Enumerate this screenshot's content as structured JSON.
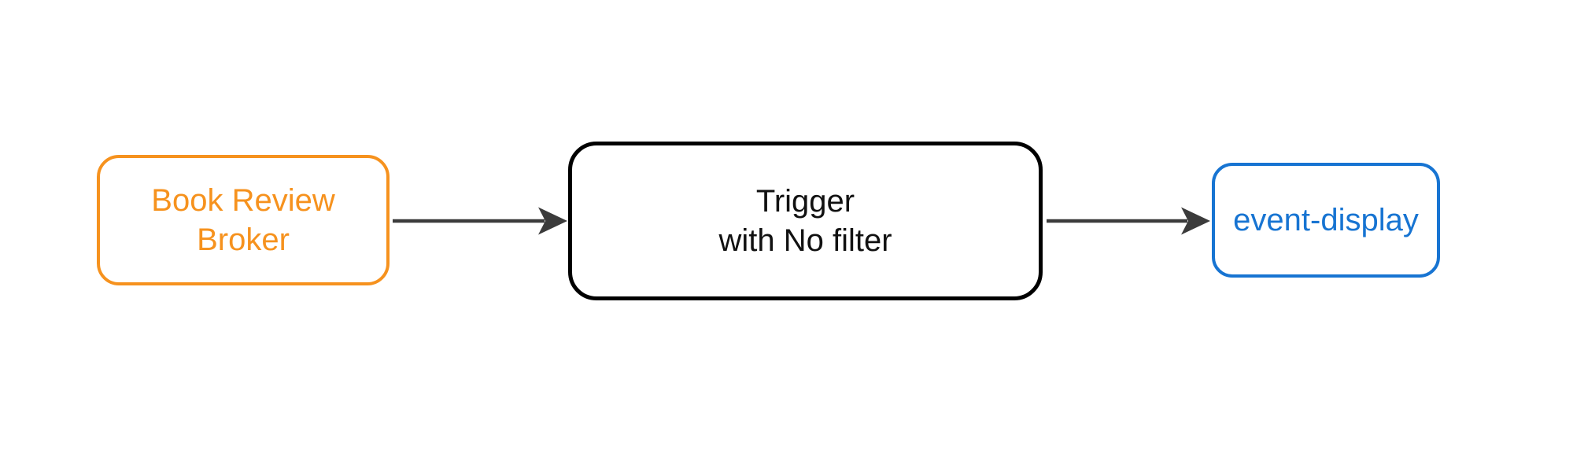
{
  "diagram": {
    "type": "flowchart",
    "direction": "left-to-right",
    "background_color": "#ffffff",
    "nodes": {
      "broker": {
        "line1": "Book Review",
        "line2": "Broker",
        "color": "#F6921E"
      },
      "trigger": {
        "line1": "Trigger",
        "line2": "with No filter",
        "border_color": "#000000",
        "color": "#111111"
      },
      "event_display": {
        "line1": "event-display",
        "color": "#1774D2"
      }
    },
    "edges": {
      "color": "#3B3B3B",
      "items": [
        {
          "from": "Book Review Broker",
          "to": "Trigger with No filter"
        },
        {
          "from": "Trigger with No filter",
          "to": "event-display"
        }
      ]
    }
  }
}
